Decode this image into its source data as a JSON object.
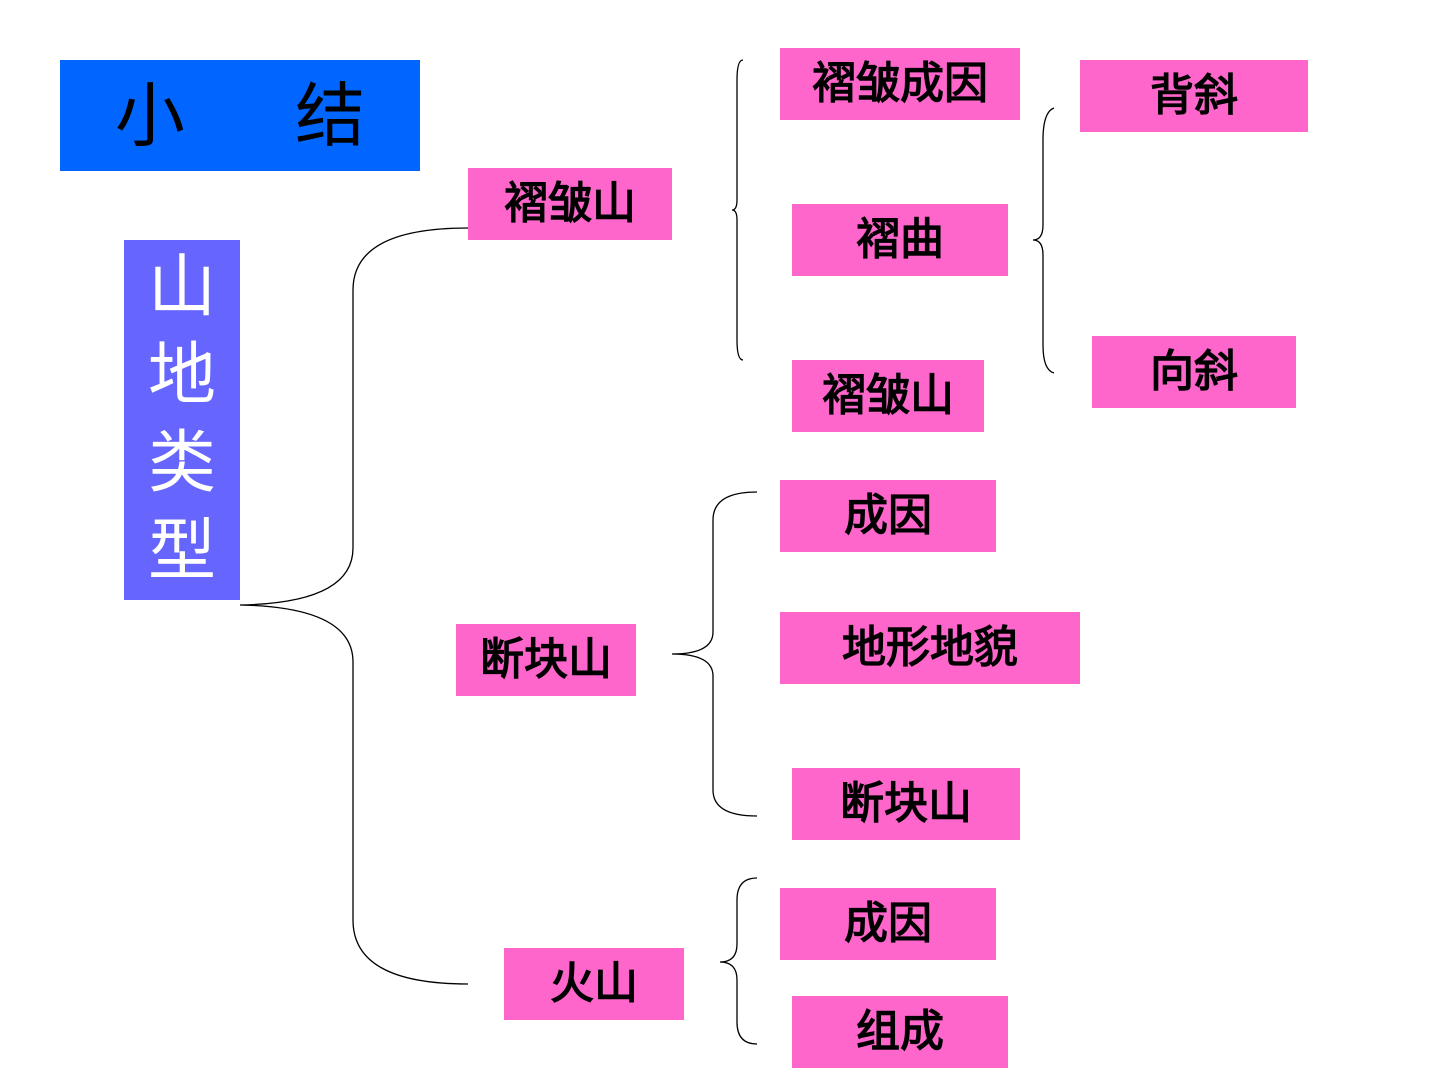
{
  "title": "小 结",
  "root": "山地类型",
  "branches": {
    "fold": {
      "label": "褶皱山",
      "children": [
        "褶皱成因",
        "褶曲",
        "褶皱山"
      ],
      "fold_types": [
        "背斜",
        "向斜"
      ]
    },
    "fault": {
      "label": "断块山",
      "children": [
        "成因",
        "地形地貌",
        "断块山"
      ]
    },
    "volcano": {
      "label": "火山",
      "children": [
        "成因",
        "组成"
      ]
    }
  },
  "colors": {
    "title_bg": "#0066ff",
    "root_bg": "#6666ff",
    "node_bg": "#ff66cc",
    "line": "#000000"
  }
}
